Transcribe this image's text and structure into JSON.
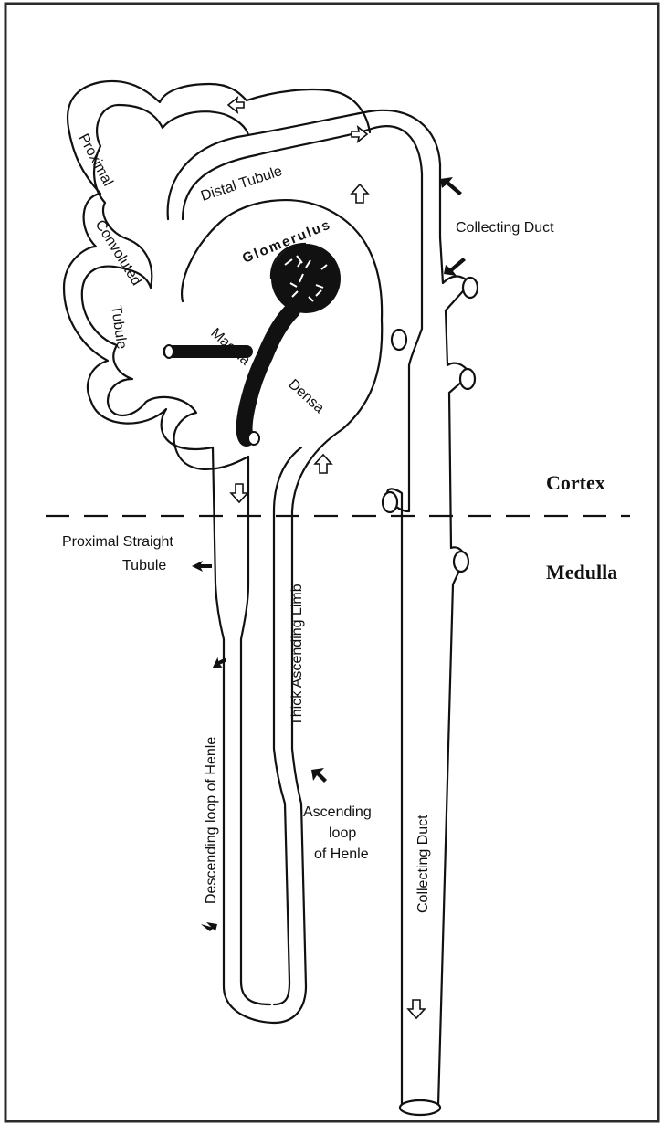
{
  "labels": {
    "proximal": "Proximal",
    "convoluted": "Convoluted",
    "tubule": "Tubule",
    "distal_tubule": "Distal  Tubule",
    "glomerulus": "Glomerulus",
    "collecting_duct_top": "Collecting Duct",
    "macula": "Macula",
    "densa": "Densa",
    "cortex": "Cortex",
    "medulla": "Medulla",
    "proximal_straight": "Proximal Straight",
    "proximal_straight_tubule": "Tubule",
    "thick_ascending_limb": "Thick Ascending Limb",
    "descending_loop": "Descending loop of Henle",
    "ascending_loop_1": "Ascending",
    "ascending_loop_2": "loop",
    "ascending_loop_3": "of Henle",
    "collecting_duct_vertical": "Collecting Duct"
  },
  "colors": {
    "ink": "#111111",
    "background": "#ffffff",
    "frame": "#2a2a2a"
  }
}
